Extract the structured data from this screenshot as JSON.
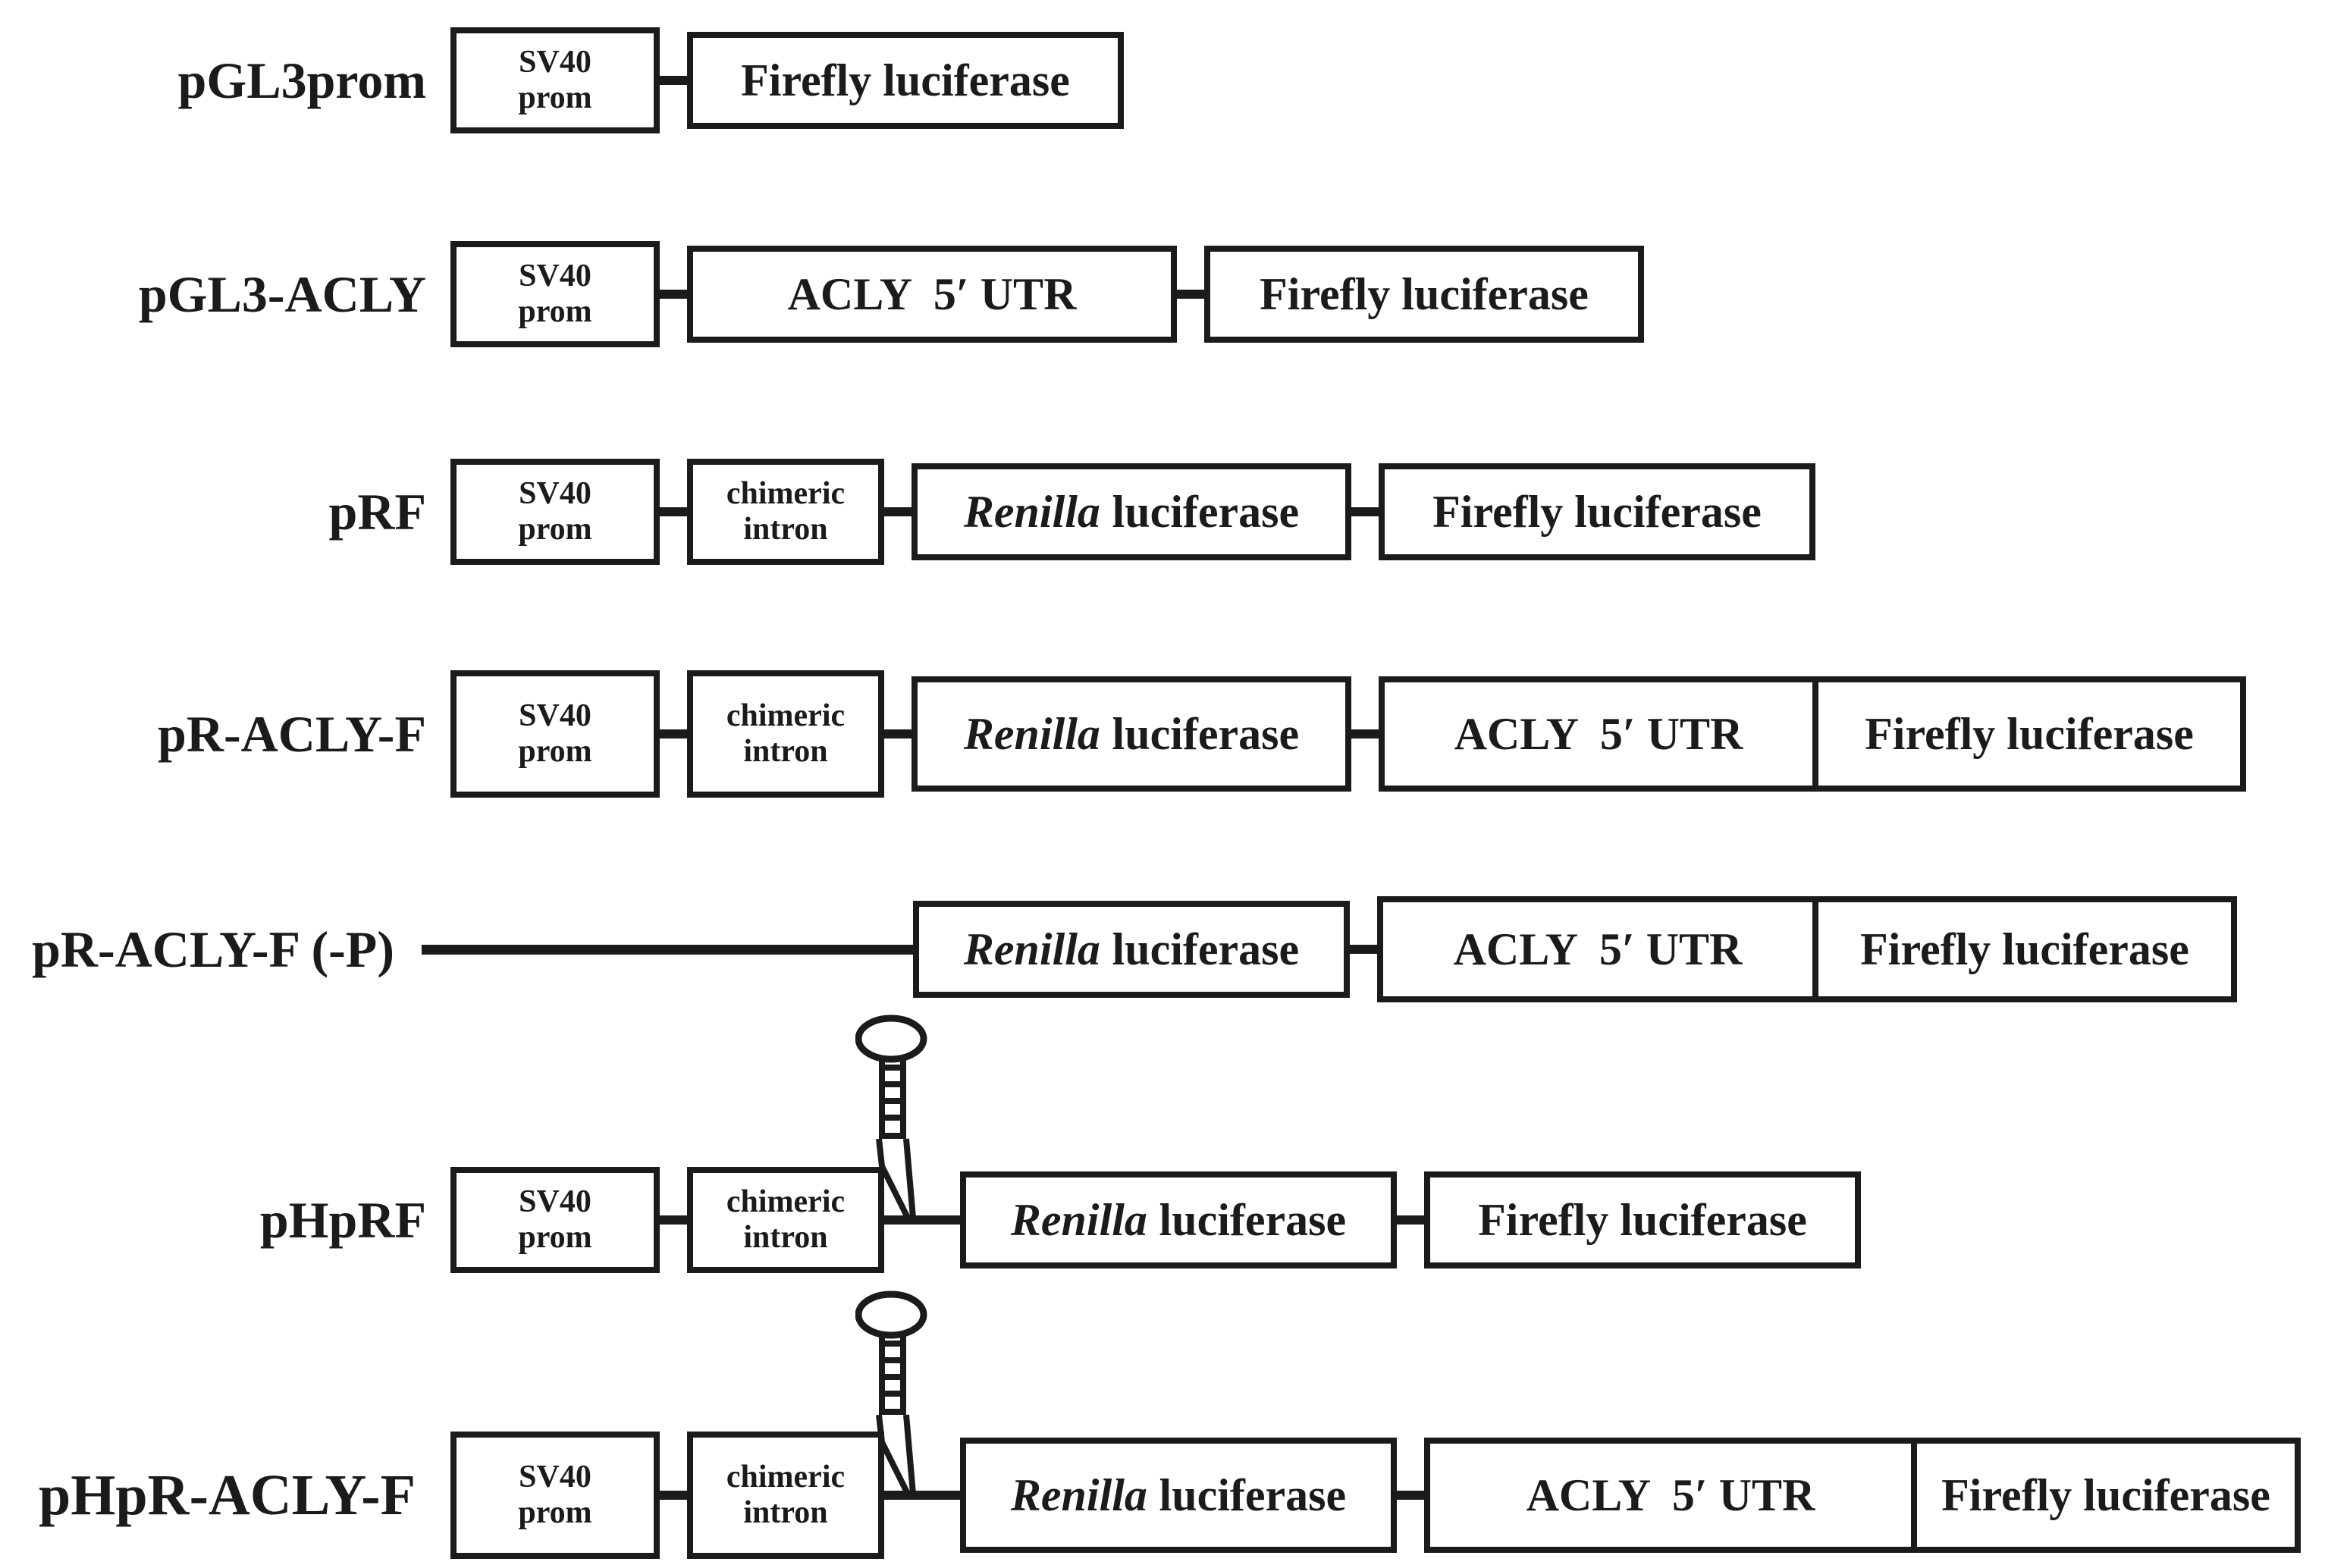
{
  "palette": {
    "background": "#ffffff",
    "ink": "#1b1b1b"
  },
  "icons": {
    "hairpin": "hairpin-stem-loop"
  },
  "constructs": [
    {
      "label": "pGL3prom",
      "promoter": {
        "line1": "SV40",
        "line2": "prom"
      },
      "firefly": "Firefly luciferase"
    },
    {
      "label": "pGL3-ACLY",
      "promoter": {
        "line1": "SV40",
        "line2": "prom"
      },
      "utr": "ACLY  5′ UTR",
      "firefly": "Firefly luciferase"
    },
    {
      "label": "pRF",
      "promoter": {
        "line1": "SV40",
        "line2": "prom"
      },
      "intron": {
        "line1": "chimeric",
        "line2": "intron"
      },
      "renilla": {
        "italic": "Renilla",
        "rest": "luciferase"
      },
      "firefly": "Firefly luciferase"
    },
    {
      "label": "pR-ACLY-F",
      "promoter": {
        "line1": "SV40",
        "line2": "prom"
      },
      "intron": {
        "line1": "chimeric",
        "line2": "intron"
      },
      "renilla": {
        "italic": "Renilla",
        "rest": "luciferase"
      },
      "utr": "ACLY  5′ UTR",
      "firefly": "Firefly luciferase"
    },
    {
      "label": "pR-ACLY-F (-P)",
      "renilla": {
        "italic": "Renilla",
        "rest": "luciferase"
      },
      "utr": "ACLY  5′ UTR",
      "firefly": "Firefly luciferase"
    },
    {
      "label": "pHpRF",
      "promoter": {
        "line1": "SV40",
        "line2": "prom"
      },
      "intron": {
        "line1": "chimeric",
        "line2": "intron"
      },
      "hairpin_icon": "hairpin-stem-loop",
      "renilla": {
        "italic": "Renilla",
        "rest": "luciferase"
      },
      "firefly": "Firefly luciferase"
    },
    {
      "label": "pHpR-ACLY-F",
      "promoter": {
        "line1": "SV40",
        "line2": "prom"
      },
      "intron": {
        "line1": "chimeric",
        "line2": "intron"
      },
      "hairpin_icon": "hairpin-stem-loop",
      "renilla": {
        "italic": "Renilla",
        "rest": "luciferase"
      },
      "utr": "ACLY  5′ UTR",
      "firefly": "Firefly luciferase"
    }
  ]
}
